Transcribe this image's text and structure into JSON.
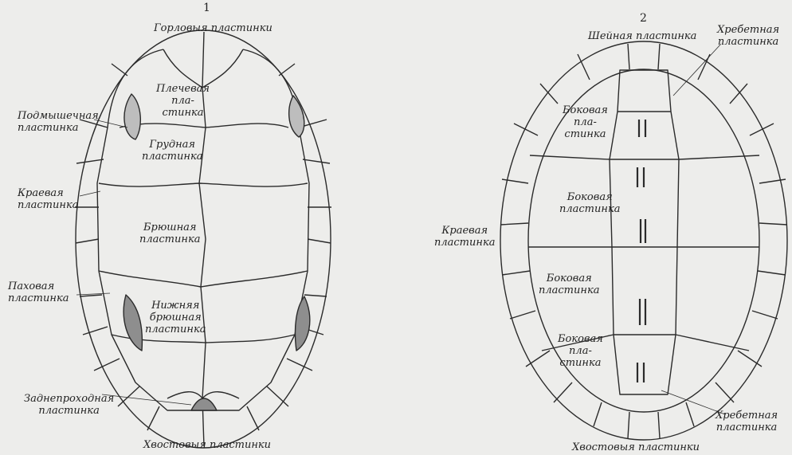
{
  "figures": [
    {
      "number": "1",
      "labels": {
        "gular": "Горловыя пластинки",
        "humeral": [
          "Плечевая",
          "пла-",
          "стинка"
        ],
        "axillary": [
          "Подмышечная",
          "пластинка"
        ],
        "pectoral": [
          "Грудная",
          "пластинка"
        ],
        "marginal": [
          "Краевая",
          "пластинка"
        ],
        "abdominal": [
          "Брюшная",
          "пластинка"
        ],
        "inguinal": [
          "Паховая",
          "пластинка"
        ],
        "femoral": [
          "Нижняя",
          "брюшная",
          "пластинка"
        ],
        "anal": [
          "Заднепроходная",
          "пластинка"
        ],
        "caudal": "Хвостовыя пластинки"
      }
    },
    {
      "number": "2",
      "labels": {
        "nuchal": "Шейная пластинка",
        "vertebral_top": [
          "Хребетная",
          "пластинка"
        ],
        "costal_1": [
          "Боковая",
          "пла-",
          "стинка"
        ],
        "costal_2": [
          "Боковая",
          "пластинка"
        ],
        "marginal": [
          "Краевая",
          "пластинка"
        ],
        "costal_3": [
          "Боковая",
          "пластинка"
        ],
        "costal_4": [
          "Боковая",
          "пла-",
          "стинка"
        ],
        "vertebral_bottom": [
          "Хребетная",
          "пластинка"
        ],
        "caudal": "Хвостовыя пластинки"
      }
    }
  ]
}
